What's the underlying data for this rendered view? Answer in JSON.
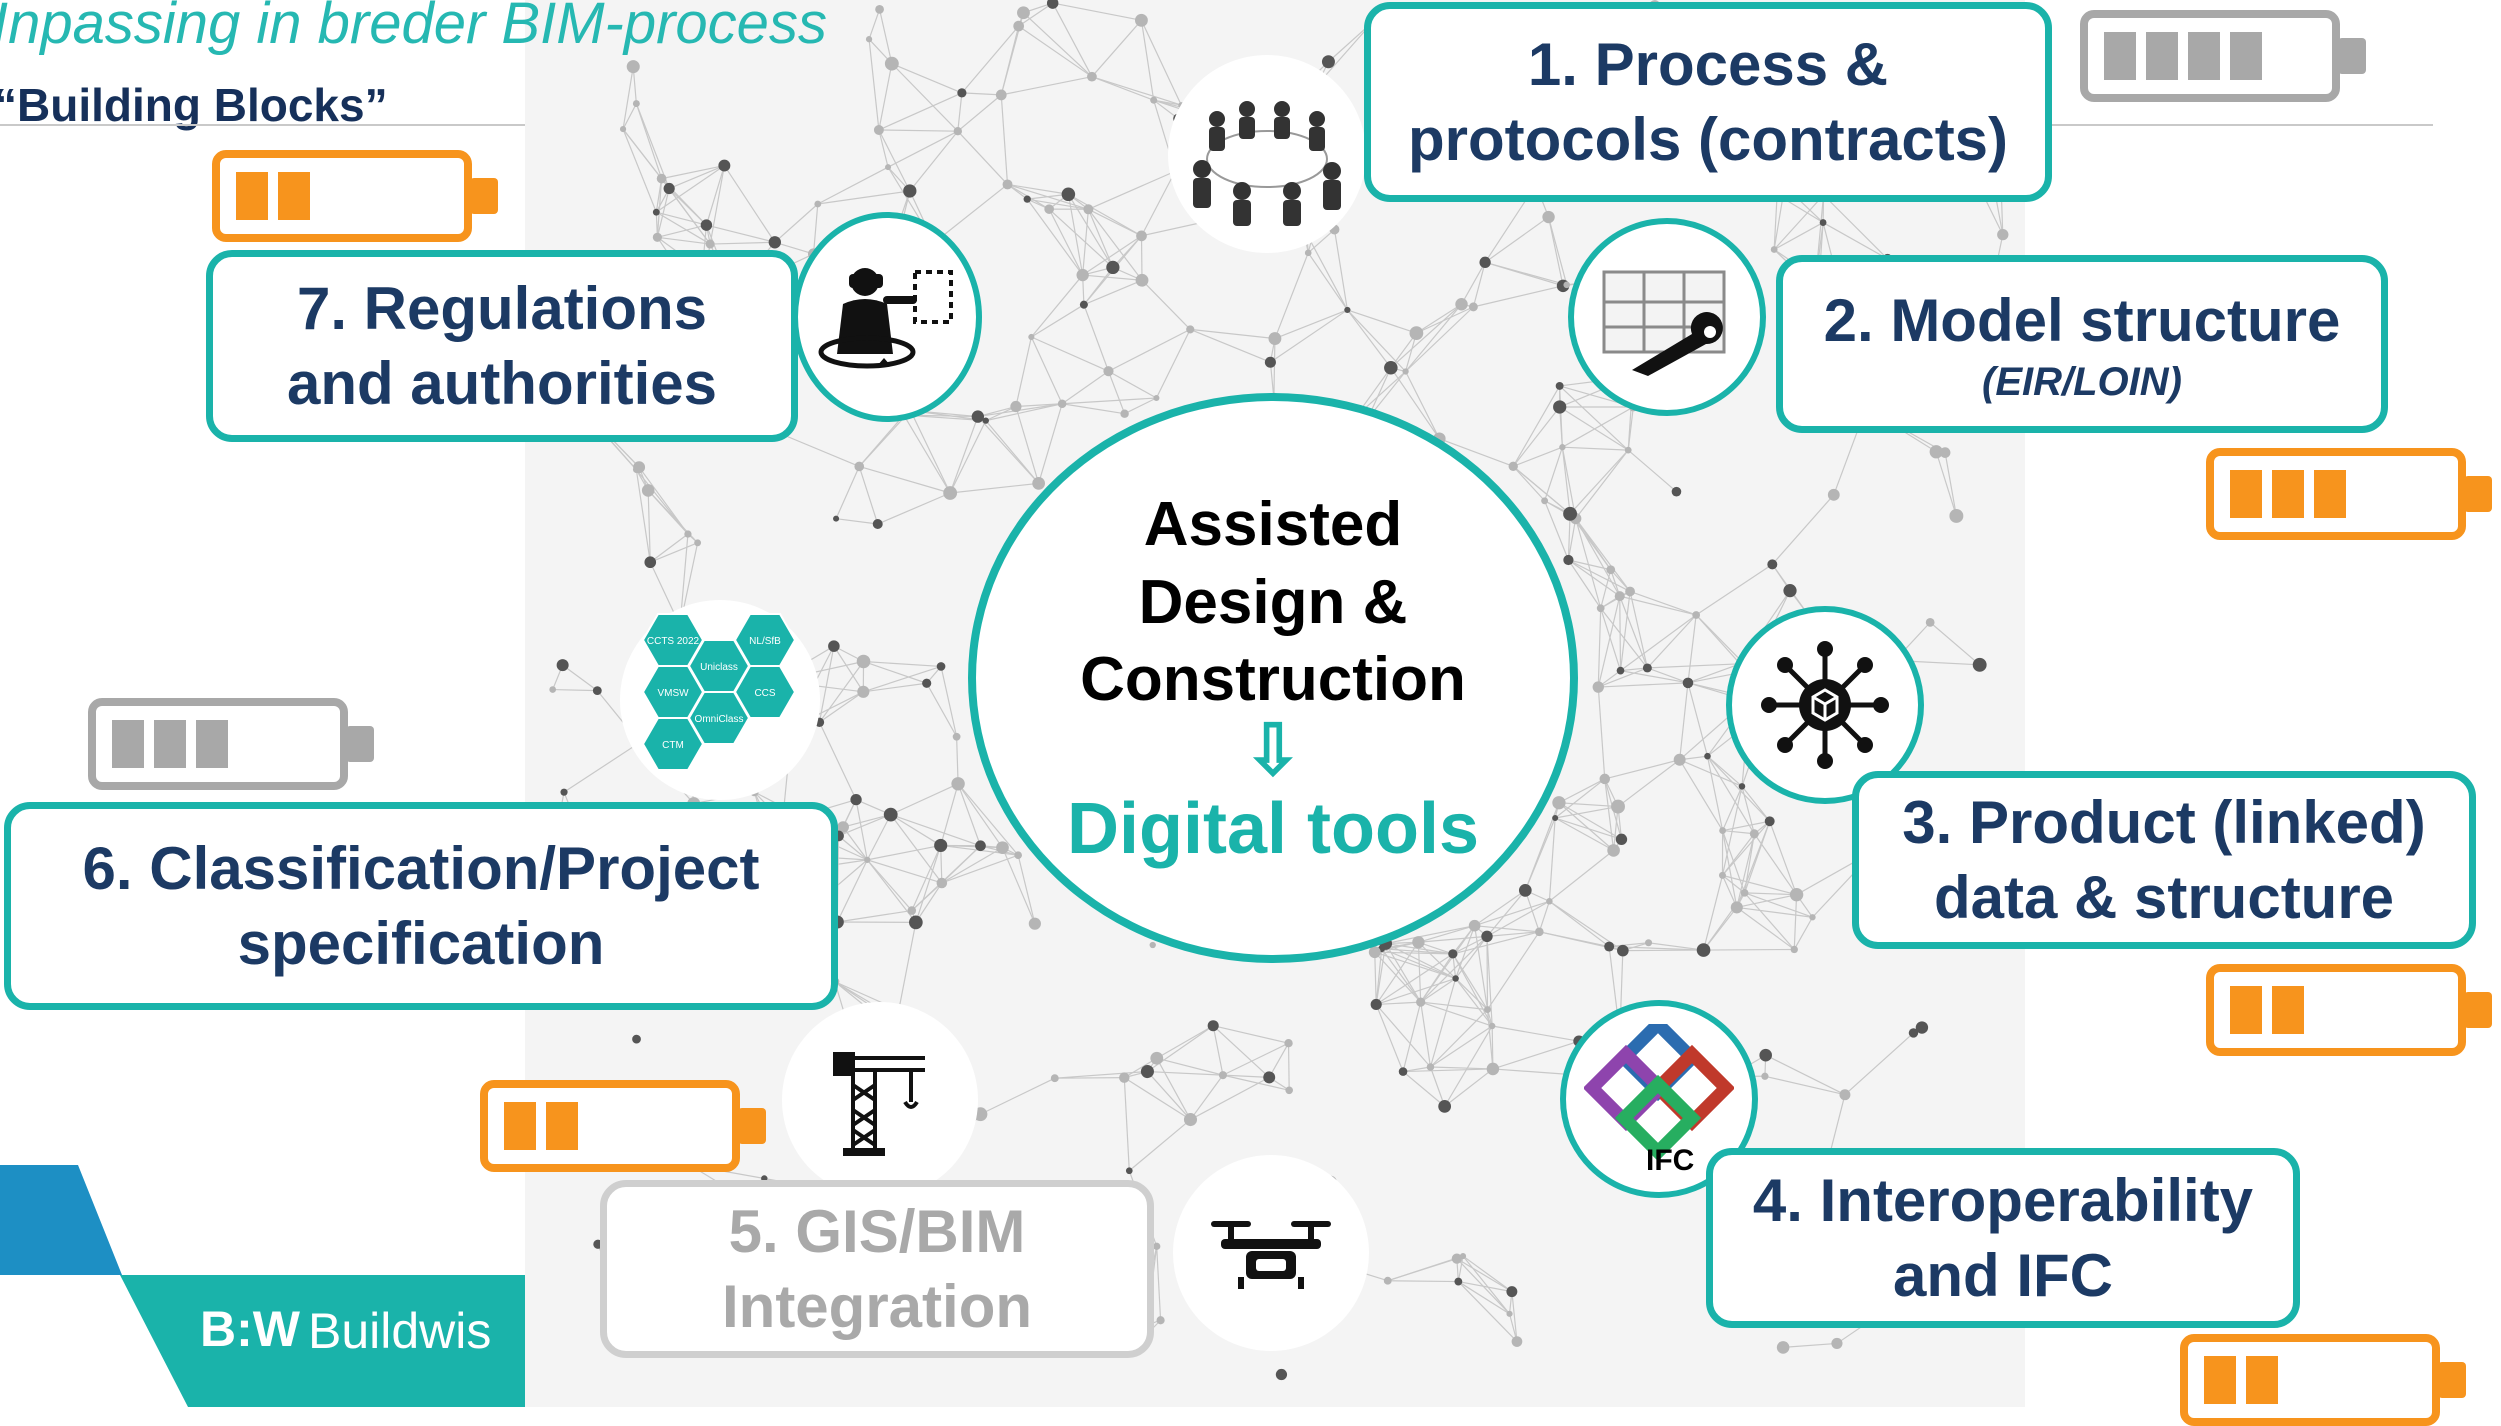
{
  "header": {
    "title": "Inpassing in breder BIM-process",
    "subtitle": "“Building Blocks”"
  },
  "center": {
    "line1": "Assisted",
    "line2": "Design &",
    "line3": "Construction",
    "arrow": "⇩",
    "line4": "Digital tools"
  },
  "blocks": [
    {
      "id": 1,
      "line1": "1. Process &",
      "line2": "protocols (contracts)",
      "icon": "meeting-people-icon",
      "battery_level": 4,
      "battery_color": "#a8a8a8"
    },
    {
      "id": 2,
      "line1": "2. Model structure",
      "sub": "(EIR/LOIN)",
      "icon": "building-wrench-icon",
      "battery_level": 3,
      "battery_color": "#f7941d"
    },
    {
      "id": 3,
      "line1": "3. Product (linked)",
      "line2": "data & structure",
      "icon": "network-cube-icon",
      "battery_level": 2,
      "battery_color": "#f7941d"
    },
    {
      "id": 4,
      "line1": "4. Interoperability",
      "line2": "and IFC",
      "icon": "ifc-logo-icon",
      "icon_label": "IFC",
      "battery_level": 2,
      "battery_color": "#f7941d"
    },
    {
      "id": 5,
      "line1": "5. GIS/BIM",
      "line2": "Integration",
      "icon": "crane-icon",
      "icon2": "drone-icon",
      "battery_level": 2,
      "battery_color": "#f7941d",
      "disabled": true
    },
    {
      "id": 6,
      "line1": "6. Classification/Project",
      "line2": "specification",
      "icon": "classification-hexagons-icon",
      "battery_level": 3,
      "battery_color": "#a8a8a8"
    },
    {
      "id": 7,
      "line1": "7. Regulations",
      "line2": "and authorities",
      "icon": "vr-person-icon",
      "battery_level": 2,
      "battery_color": "#f7941d"
    }
  ],
  "hexagons": [
    "CCTS 2022",
    "NL/SfB",
    "Uniclass",
    "VMSW",
    "CCS",
    "OmniClass",
    "CTM"
  ],
  "logo": {
    "mark": "B:W",
    "text": "Buildwis"
  },
  "colors": {
    "teal": "#1ab3aa",
    "navy": "#1c3a64",
    "orange": "#f7941d",
    "grey": "#a8a8a8",
    "blue": "#1d8fc4"
  }
}
